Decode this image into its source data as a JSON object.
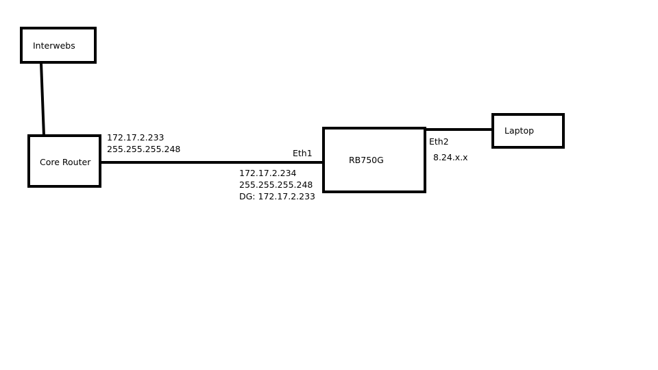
{
  "colors": {
    "stroke": "#000000",
    "background": "#ffffff",
    "text": "#000000"
  },
  "nodes": {
    "interwebs": {
      "label": "Interwebs"
    },
    "core_router": {
      "label": "Core Router"
    },
    "rb750g": {
      "label": "RB750G"
    },
    "laptop": {
      "label": "Laptop"
    }
  },
  "links": {
    "core_to_rb": {
      "core_side": [
        "172.17.2.233",
        "255.255.255.248"
      ],
      "rb_side": [
        "172.17.2.234",
        "255.255.255.248",
        "DG: 172.17.2.233"
      ],
      "rb_port": "Eth1"
    },
    "rb_to_laptop": {
      "rb_port": "Eth2",
      "address": "8.24.x.x"
    }
  }
}
